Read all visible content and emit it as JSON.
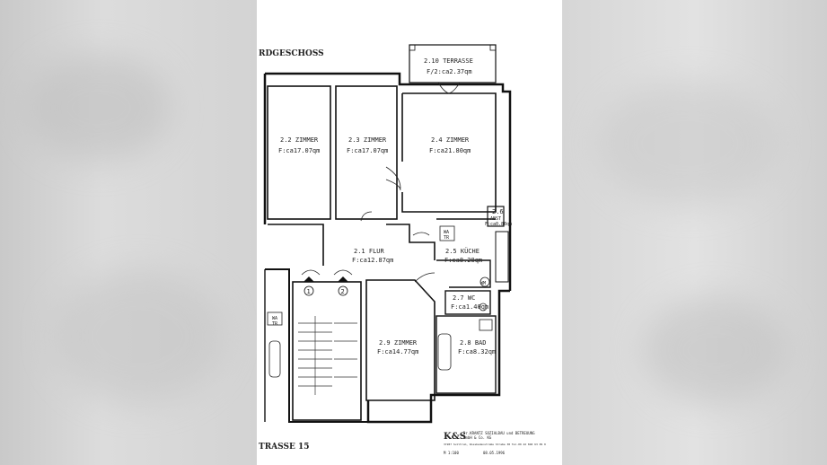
{
  "plan": {
    "floor_title": "RDGESCHOSS",
    "street_label": "TRASSE 15",
    "rooms": [
      {
        "id": "r210",
        "name": "2.10 TERRASSE",
        "area": "F/2:ca2.37qm"
      },
      {
        "id": "r22",
        "name": "2.2 ZIMMER",
        "area": "F:ca17.07qm"
      },
      {
        "id": "r23",
        "name": "2.3 ZIMMER",
        "area": "F:ca17.07qm"
      },
      {
        "id": "r24",
        "name": "2.4 ZIMMER",
        "area": "F:ca21.80qm"
      },
      {
        "id": "r26",
        "name": "2.6",
        "sub": "ABST",
        "area": "F:ca0.80qm"
      },
      {
        "id": "r21",
        "name": "2.1 FLUR",
        "area": "F:ca12.87qm"
      },
      {
        "id": "r25",
        "name": "2.5 KÜCHE",
        "area": "F:ca8.28qm"
      },
      {
        "id": "r27",
        "name": "2.7 WC",
        "area": "F:ca1.40qm"
      },
      {
        "id": "r29",
        "name": "2.9 ZIMMER",
        "area": "F:ca14.77qm"
      },
      {
        "id": "r28",
        "name": "2.8 BAD",
        "area": "F:ca8.32qm"
      }
    ],
    "markers": [
      "1",
      "2"
    ],
    "appliance_labels": [
      "WA",
      "TR",
      "WM",
      "WA",
      "TR"
    ]
  },
  "titleblock": {
    "logo": "K&S",
    "company_line1": "Dr.KRANTZ SOZIALBAU und BETREUUNG",
    "company_line2": "GmbH & Co. KG",
    "address": "37287 Sulltrum, Wiesbadenstraße Straße 38 Tel.09 42 840 63 09 0",
    "scale": "M 1:100",
    "date": "08.05.1996"
  }
}
